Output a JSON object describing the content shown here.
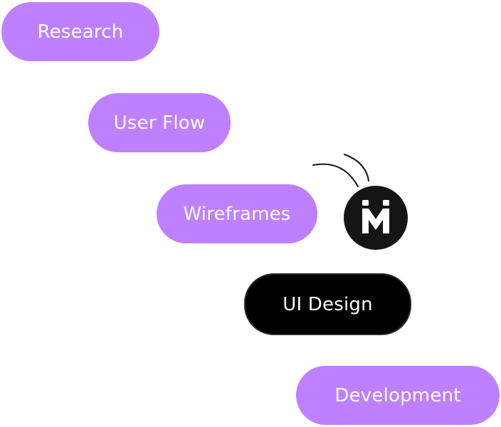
{
  "steps": [
    {
      "label": "Research"
    },
    {
      "label": "User Flow"
    },
    {
      "label": "Wireframes"
    },
    {
      "label": "UI Design"
    },
    {
      "label": "Development"
    }
  ],
  "colors": {
    "pill_purple": "#bf80ff",
    "pill_dark": "#000000",
    "text": "#ffffff",
    "cursor_badge": "#151515"
  },
  "cursor": {
    "icon": "logo-cursor-badge-icon"
  }
}
